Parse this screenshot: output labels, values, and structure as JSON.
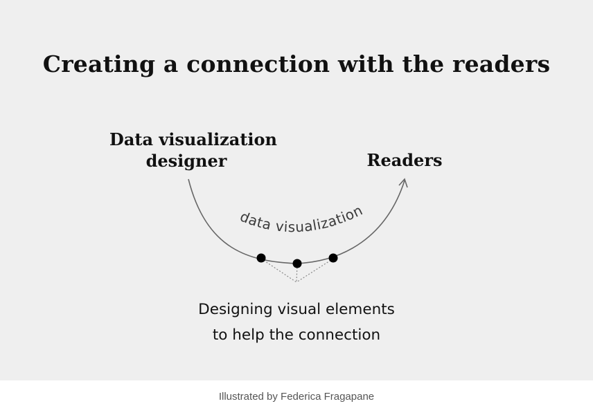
{
  "title": "Creating a connection with the readers",
  "nodes": {
    "designer": {
      "line1": "Data visualization",
      "line2": "designer"
    },
    "readers": "Readers"
  },
  "arc_label": "data visualization",
  "elements_caption": {
    "line1": "Designing visual elements",
    "line2": "to help the connection"
  },
  "credit": "Illustrated by Federica Fragapane",
  "colors": {
    "background": "#efefef",
    "page": "#ffffff",
    "text": "#111111",
    "arc": "#666666",
    "dots": "#000000"
  }
}
